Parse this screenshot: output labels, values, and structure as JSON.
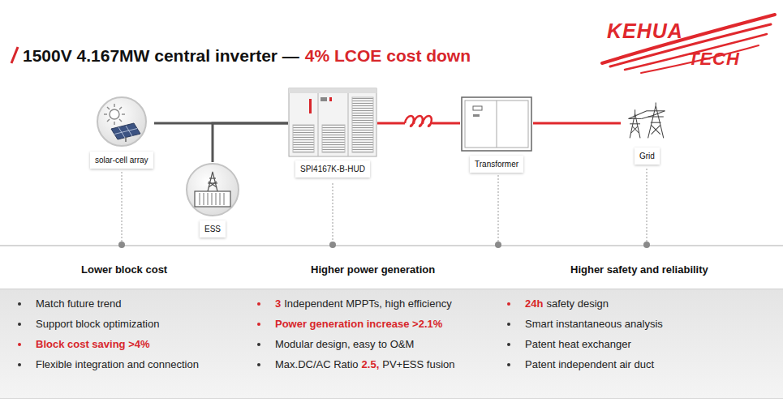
{
  "diagram": {
    "title": "1500V 4.167MW central inverter —",
    "nodes": [
      {
        "text": [
          "solar-cell array"
        ]
      },
      {
        "text": [
          "ESS"
        ]
      },
      {
        "text": [
          "SPI4167K-B-HUD"
        ]
      },
      {
        "text": [
          "Transformer"
        ]
      },
      {
        "text": [
          "Grid"
        ]
      }
    ],
    "edges": [
      {
        "from": 0,
        "to": 2,
        "arrow": "none"
      },
      {
        "from": 1,
        "to": 2,
        "arrow": "none"
      },
      {
        "from": 2,
        "to": 3,
        "arrow": "none"
      },
      {
        "from": 3,
        "to": 4,
        "arrow": "none"
      }
    ],
    "labels": [
      "4% LCOE cost down",
      "KEHUA",
      "TECH",
      "Lower block cost",
      "Higher power generation",
      "Higher safety and reliability",
      "Match future trend",
      "Support block optimization",
      "Block cost saving >4%",
      "Flexible integration and connection",
      "3",
      "Independent MPPTs, high efficiency",
      "Power generation increase >2.1%",
      "Modular design, easy to O&M",
      "Max.DC/AC Ratio",
      "2.5,",
      "PV+ESS fusion",
      "24h",
      "safety design",
      "Smart instantaneous analysis",
      "Patent heat exchanger",
      "Patent independent air duct"
    ]
  }
}
